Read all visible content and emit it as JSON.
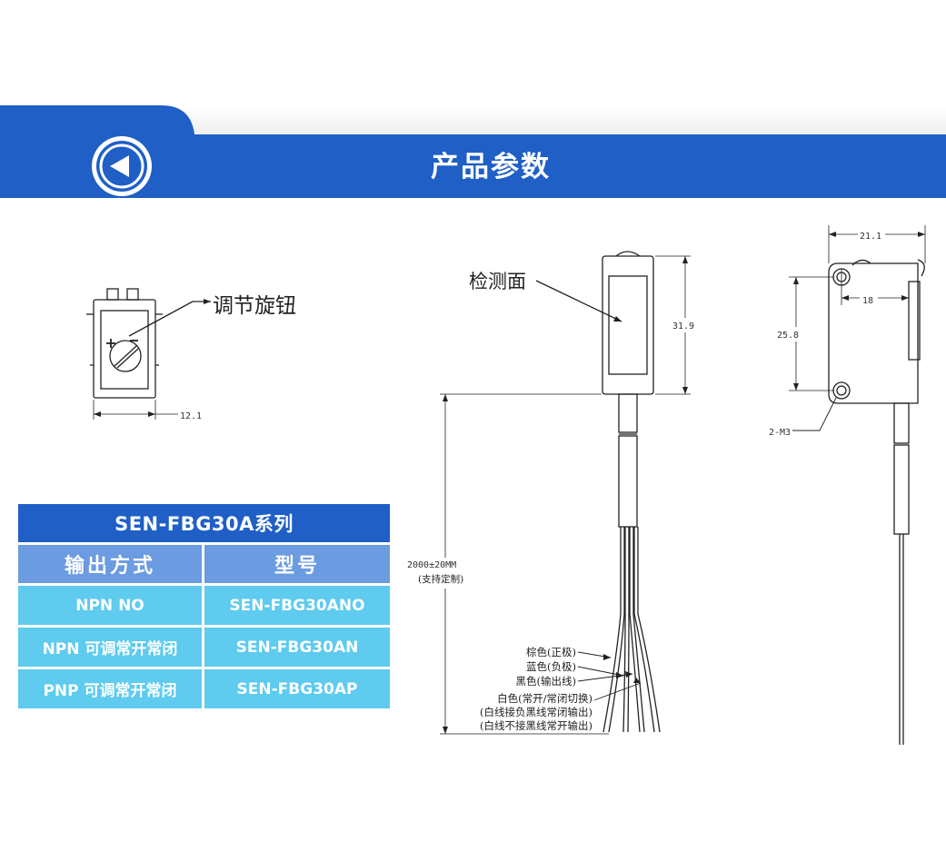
{
  "header": {
    "title": "产品参数",
    "back_icon": "circle-left-arrow-icon",
    "colors": {
      "band": "#1f5fc6",
      "tab": "#1f5fc6",
      "text": "#ffffff"
    }
  },
  "diagram": {
    "knob_label": "调节旋钮",
    "width_label": "12.1",
    "face_label": "检测面",
    "height_label": "31.9",
    "cable_length_label": "2000±20MM",
    "cable_length_note": "(支持定制)",
    "wires": [
      "棕色(正极)",
      "蓝色(负极)",
      "黑色(输出线)",
      "白色(常开/常闭切换)",
      "(白线接负黑线常闭输出)",
      "(白线不接黑线常开输出)"
    ],
    "side_width_label": "21.1",
    "hole_spacing_label": "18",
    "side_height_label": "25.8",
    "mount_label": "2-M3"
  },
  "table": {
    "title": "SEN-FBG30A系列",
    "headers": [
      "输出方式",
      "型号"
    ],
    "rows": [
      [
        "NPN NO",
        "SEN-FBG30ANO"
      ],
      [
        "NPN 可调常开常闭",
        "SEN-FBG30AN"
      ],
      [
        "PNP 可调常开常闭",
        "SEN-FBG30AP"
      ]
    ],
    "colors": {
      "title": "#1f5fc6",
      "header": "#6b9be0",
      "row": "#5ecbef"
    }
  }
}
